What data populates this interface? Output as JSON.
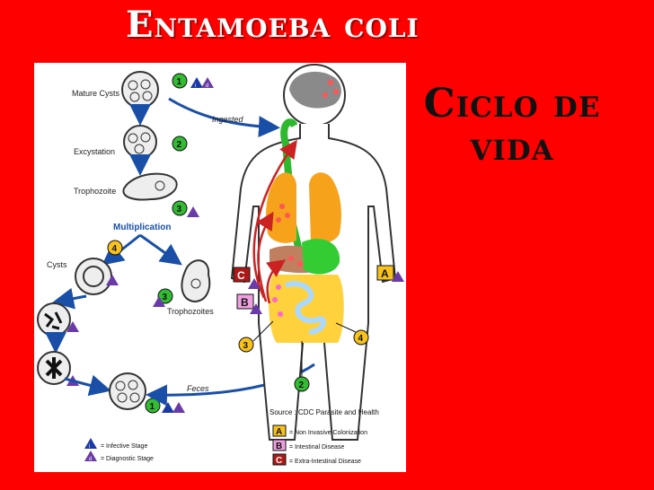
{
  "title": "Entamoeba coli",
  "subtitle_line1": "Ciclo de",
  "subtitle_line2": "vida",
  "labels": {
    "mature_cysts": "Mature Cysts",
    "excystation": "Excystation",
    "trophozoite": "Trophozoite",
    "multiplication": "Multiplication",
    "cysts": "Cysts",
    "trophozoites": "Trophozoites",
    "ingested": "Ingested",
    "feces": "Feces",
    "source": "Source : CDC Parasite and Health"
  },
  "steps": {
    "s1": "1",
    "s2": "2",
    "s3": "3",
    "s4": "4",
    "A": "A",
    "B": "B",
    "C": "C",
    "i": "i",
    "d": "d"
  },
  "legend": {
    "infective": "= Infective Stage",
    "diagnostic": "= Diagnostic Stage",
    "A_label": "= Non Invasive Colonization",
    "B_label": "= Intestinal Disease",
    "C_label": "= Extra-Intestinal Disease"
  },
  "colors": {
    "background": "#ff0000",
    "blue": "#1a4fa8",
    "green": "#33cc33",
    "orange": "#f7a21b",
    "yellow": "#ffe066",
    "red_arrow": "#cc2222",
    "stage_A": "#f7c21b",
    "stage_B": "#f0a0e0",
    "stage_C": "#b01818"
  }
}
